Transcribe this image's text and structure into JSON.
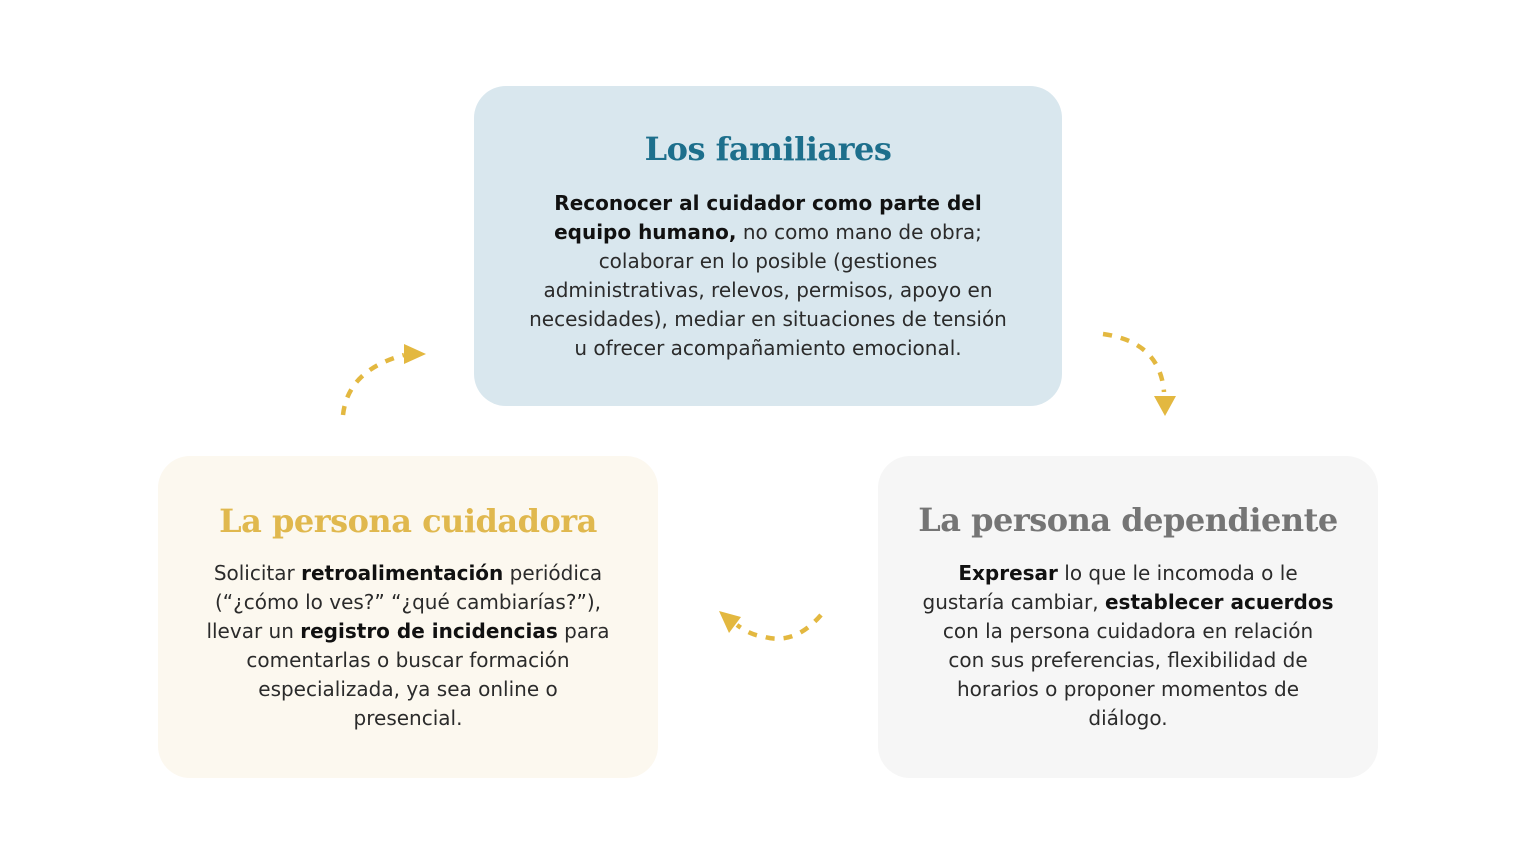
{
  "colors": {
    "top_card_bg": "#d9e7ee",
    "left_card_bg": "#fcf8ef",
    "right_card_bg": "#f6f6f6",
    "top_title": "#1d6f8c",
    "left_title": "#e0b84e",
    "right_title": "#757575",
    "arrow": "#e3b840"
  },
  "cards": {
    "familiares": {
      "title": "Los familiares",
      "lines": [
        {
          "b1": "Reconocer al cuidador como parte del",
          "t1": ""
        },
        {
          "b1": "equipo humano,",
          "t1": " no como mano de obra;"
        },
        {
          "b1": "",
          "t1": "colaborar en lo posible (gestiones"
        },
        {
          "b1": "",
          "t1": "administrativas, relevos, permisos, apoyo en"
        },
        {
          "b1": "",
          "t1": "necesidades), mediar en situaciones de tensión"
        },
        {
          "b1": "",
          "t1": "u ofrecer acompañamiento emocional."
        }
      ]
    },
    "cuidadora": {
      "title": "La persona cuidadora",
      "lines": [
        {
          "t0": "Solicitar ",
          "b1": "retroalimentación",
          "t1": " periódica"
        },
        {
          "t0": "(“¿cómo lo ves?” “¿qué cambiarías?”),",
          "b1": "",
          "t1": ""
        },
        {
          "t0": "llevar un ",
          "b1": "registro de incidencias",
          "t1": " para"
        },
        {
          "t0": "comentarlas o buscar formación",
          "b1": "",
          "t1": ""
        },
        {
          "t0": "especializada, ya sea online o",
          "b1": "",
          "t1": ""
        },
        {
          "t0": "presencial.",
          "b1": "",
          "t1": ""
        }
      ]
    },
    "dependiente": {
      "title": "La persona dependiente",
      "lines": [
        {
          "t0": "",
          "b1": "Expresar",
          "t1": " lo que le incomoda o le"
        },
        {
          "t0": "gustaría cambiar, ",
          "b1": "establecer acuerdos",
          "t1": ""
        },
        {
          "t0": "con la persona cuidadora en relación",
          "b1": "",
          "t1": ""
        },
        {
          "t0": "con sus preferencias, flexibilidad de",
          "b1": "",
          "t1": ""
        },
        {
          "t0": "horarios o proponer momentos de",
          "b1": "",
          "t1": ""
        },
        {
          "t0": "diálogo.",
          "b1": "",
          "t1": ""
        }
      ]
    }
  },
  "arrows": [
    {
      "name": "arrow-cuidadora-to-familiares",
      "icon": "dashed-curved-arrow-icon"
    },
    {
      "name": "arrow-familiares-to-dependiente",
      "icon": "dashed-curved-arrow-icon"
    },
    {
      "name": "arrow-dependiente-to-cuidadora",
      "icon": "dashed-curved-arrow-icon"
    }
  ]
}
